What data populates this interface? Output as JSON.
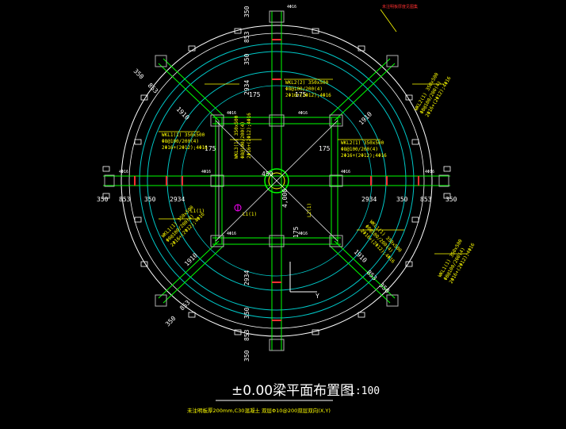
{
  "drawing": {
    "title": "±0.00梁平面布置图",
    "scale": "1:100",
    "note": "未注明板厚200mm,C30混凝土 双层Φ10@200双层双向(X,Y)",
    "top_right_note": "未注明板厚度见图集",
    "axis_label": "Y"
  },
  "dimensions": {
    "h_left": [
      "350",
      "853",
      "350",
      "2934"
    ],
    "h_right": [
      "2934",
      "350",
      "853",
      "350"
    ],
    "v_top": [
      "350",
      "853",
      "350",
      "2934"
    ],
    "v_bottom": [
      "2934",
      "350",
      "853",
      "350"
    ],
    "h_175": "175",
    "v_175": "175",
    "diag_1910": "1910",
    "d_350": "350",
    "d_853": "853",
    "center_450": "450",
    "center_4000": "4,000"
  },
  "beam_labels": {
    "top": [
      "WKL2(2) 350x500",
      "Φ8@100/200(4)",
      "2Φ16+(2Φ12);4Φ16"
    ],
    "left": [
      "WKL1(1) 350x500",
      "Φ8@100/200(4)",
      "2Φ16+(2Φ12);4Φ16"
    ],
    "center": [
      "WKL3(1) 350x500",
      "Φ8@100/200(4)",
      "2Φ16+(2Φ12);4Φ16"
    ],
    "right": [
      "WKL2(1) 350x500",
      "Φ8@100/200(4)",
      "2Φ16+(2Φ12);4Φ16"
    ],
    "lower_left": [
      "WKL1(1) 350x500",
      "Φ8@100/200(4)",
      "2Φ16+(2Φ12);4Φ16"
    ],
    "lower_right": [
      "WKL1(1) 350x500",
      "Φ8@100/200(4)",
      "2Φ16+(2Φ12);4Φ16"
    ],
    "far_right": [
      "WKL1(1) 350x500",
      "Φ8@100/200(4)",
      "2Φ16+(2Φ12);4Φ16"
    ],
    "upper_right": [
      "WKL2(1) 350x500",
      "Φ8@100/200(4)",
      "2Φ16+(2Φ12);4Φ16"
    ],
    "small_1": "L1(1)",
    "small_2": "L1(1)",
    "small_3": "L2(1)"
  },
  "tie_labels": {
    "t": "4Φ16"
  },
  "colors": {
    "background": "#000000",
    "outer_circle": "#ffffff",
    "ring_cyan": "#00c8c8",
    "beam_green": "#00ff00",
    "label_yellow": "#ffff00",
    "dim_white": "#ffffff",
    "column_gray": "#a0a0a0",
    "rebar_red": "#ff3030",
    "magenta": "#ff00ff"
  }
}
